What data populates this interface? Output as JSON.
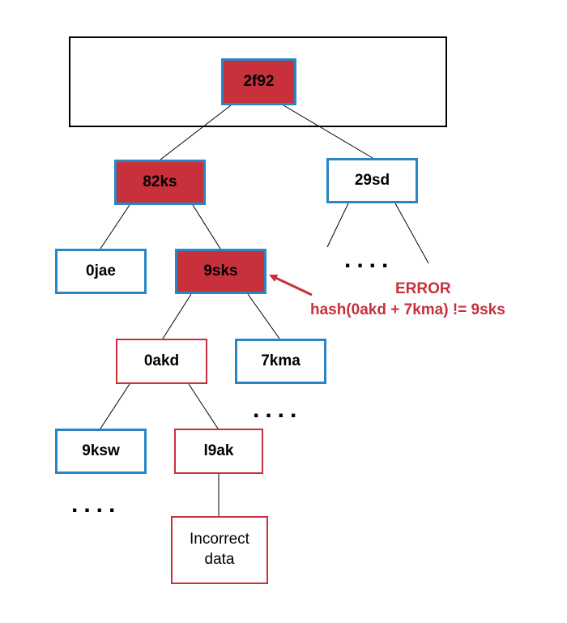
{
  "nodes": {
    "root": "2f92",
    "n82ks": "82ks",
    "n29sd": "29sd",
    "n0jae": "0jae",
    "n9sks": "9sks",
    "n0akd": "0akd",
    "n7kma": "7kma",
    "n9ksw": "9ksw",
    "nl9ak": "l9ak",
    "data_leaf": "Incorrect\ndata"
  },
  "ellipsis": "....",
  "error": {
    "title": "ERROR",
    "message": "hash(0akd + 7kma) != 9sks"
  },
  "colors": {
    "error_red": "#c8303c",
    "node_blue": "#2a86c2",
    "frame_black": "#000000"
  }
}
